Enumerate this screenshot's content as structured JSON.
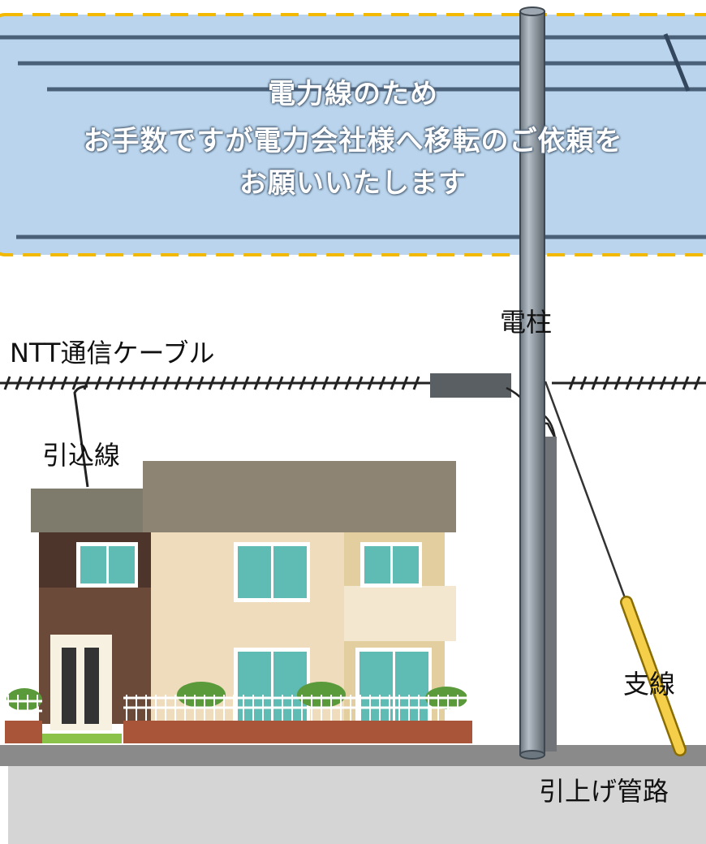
{
  "notice": {
    "line1": "電力線のため",
    "line2": "お手数ですが電力会社様へ移転のご依頼を",
    "line3": "お願いいたします"
  },
  "labels": {
    "pole": "電柱",
    "ntt_cable": "NTT通信ケーブル",
    "drop_wire": "引込線",
    "guy_wire": "支線",
    "riser_conduit": "引上げ管路"
  },
  "colors": {
    "notice_bg": "#b9d4ec",
    "notice_border": "#f2b900",
    "pole": "#8c96a0",
    "road": "#8a8a8a",
    "pavement": "#d5d5d5"
  }
}
